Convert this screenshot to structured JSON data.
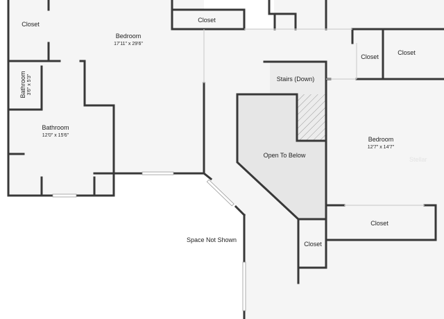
{
  "rooms": {
    "closet_top_left": "Closet",
    "bedroom_main": {
      "name": "Bedroom",
      "dims": "17'11\" x 29'6\""
    },
    "closet_top_center": "Closet",
    "bathroom_small": {
      "name": "Bathroom",
      "dims": "3'6\" x 5'3\""
    },
    "bathroom_main": {
      "name": "Bathroom",
      "dims": "12'0\" x 15'6\""
    },
    "stairs": "Stairs (Down)",
    "open_to_below": "Open To Below",
    "closet_right_small": "Closet",
    "closet_right": "Closet",
    "bedroom_right": {
      "name": "Bedroom",
      "dims": "12'7\" x 14'7\""
    },
    "closet_right_lower": "Closet",
    "closet_center_lower": "Closet",
    "space_not_shown": "Space Not Shown"
  },
  "watermark": "Stellar",
  "colors": {
    "wall": "#383838",
    "room_fill": "#f5f5f5",
    "open_area": "#e6e6e6",
    "stairs_hatch": "#9a9a9a"
  }
}
